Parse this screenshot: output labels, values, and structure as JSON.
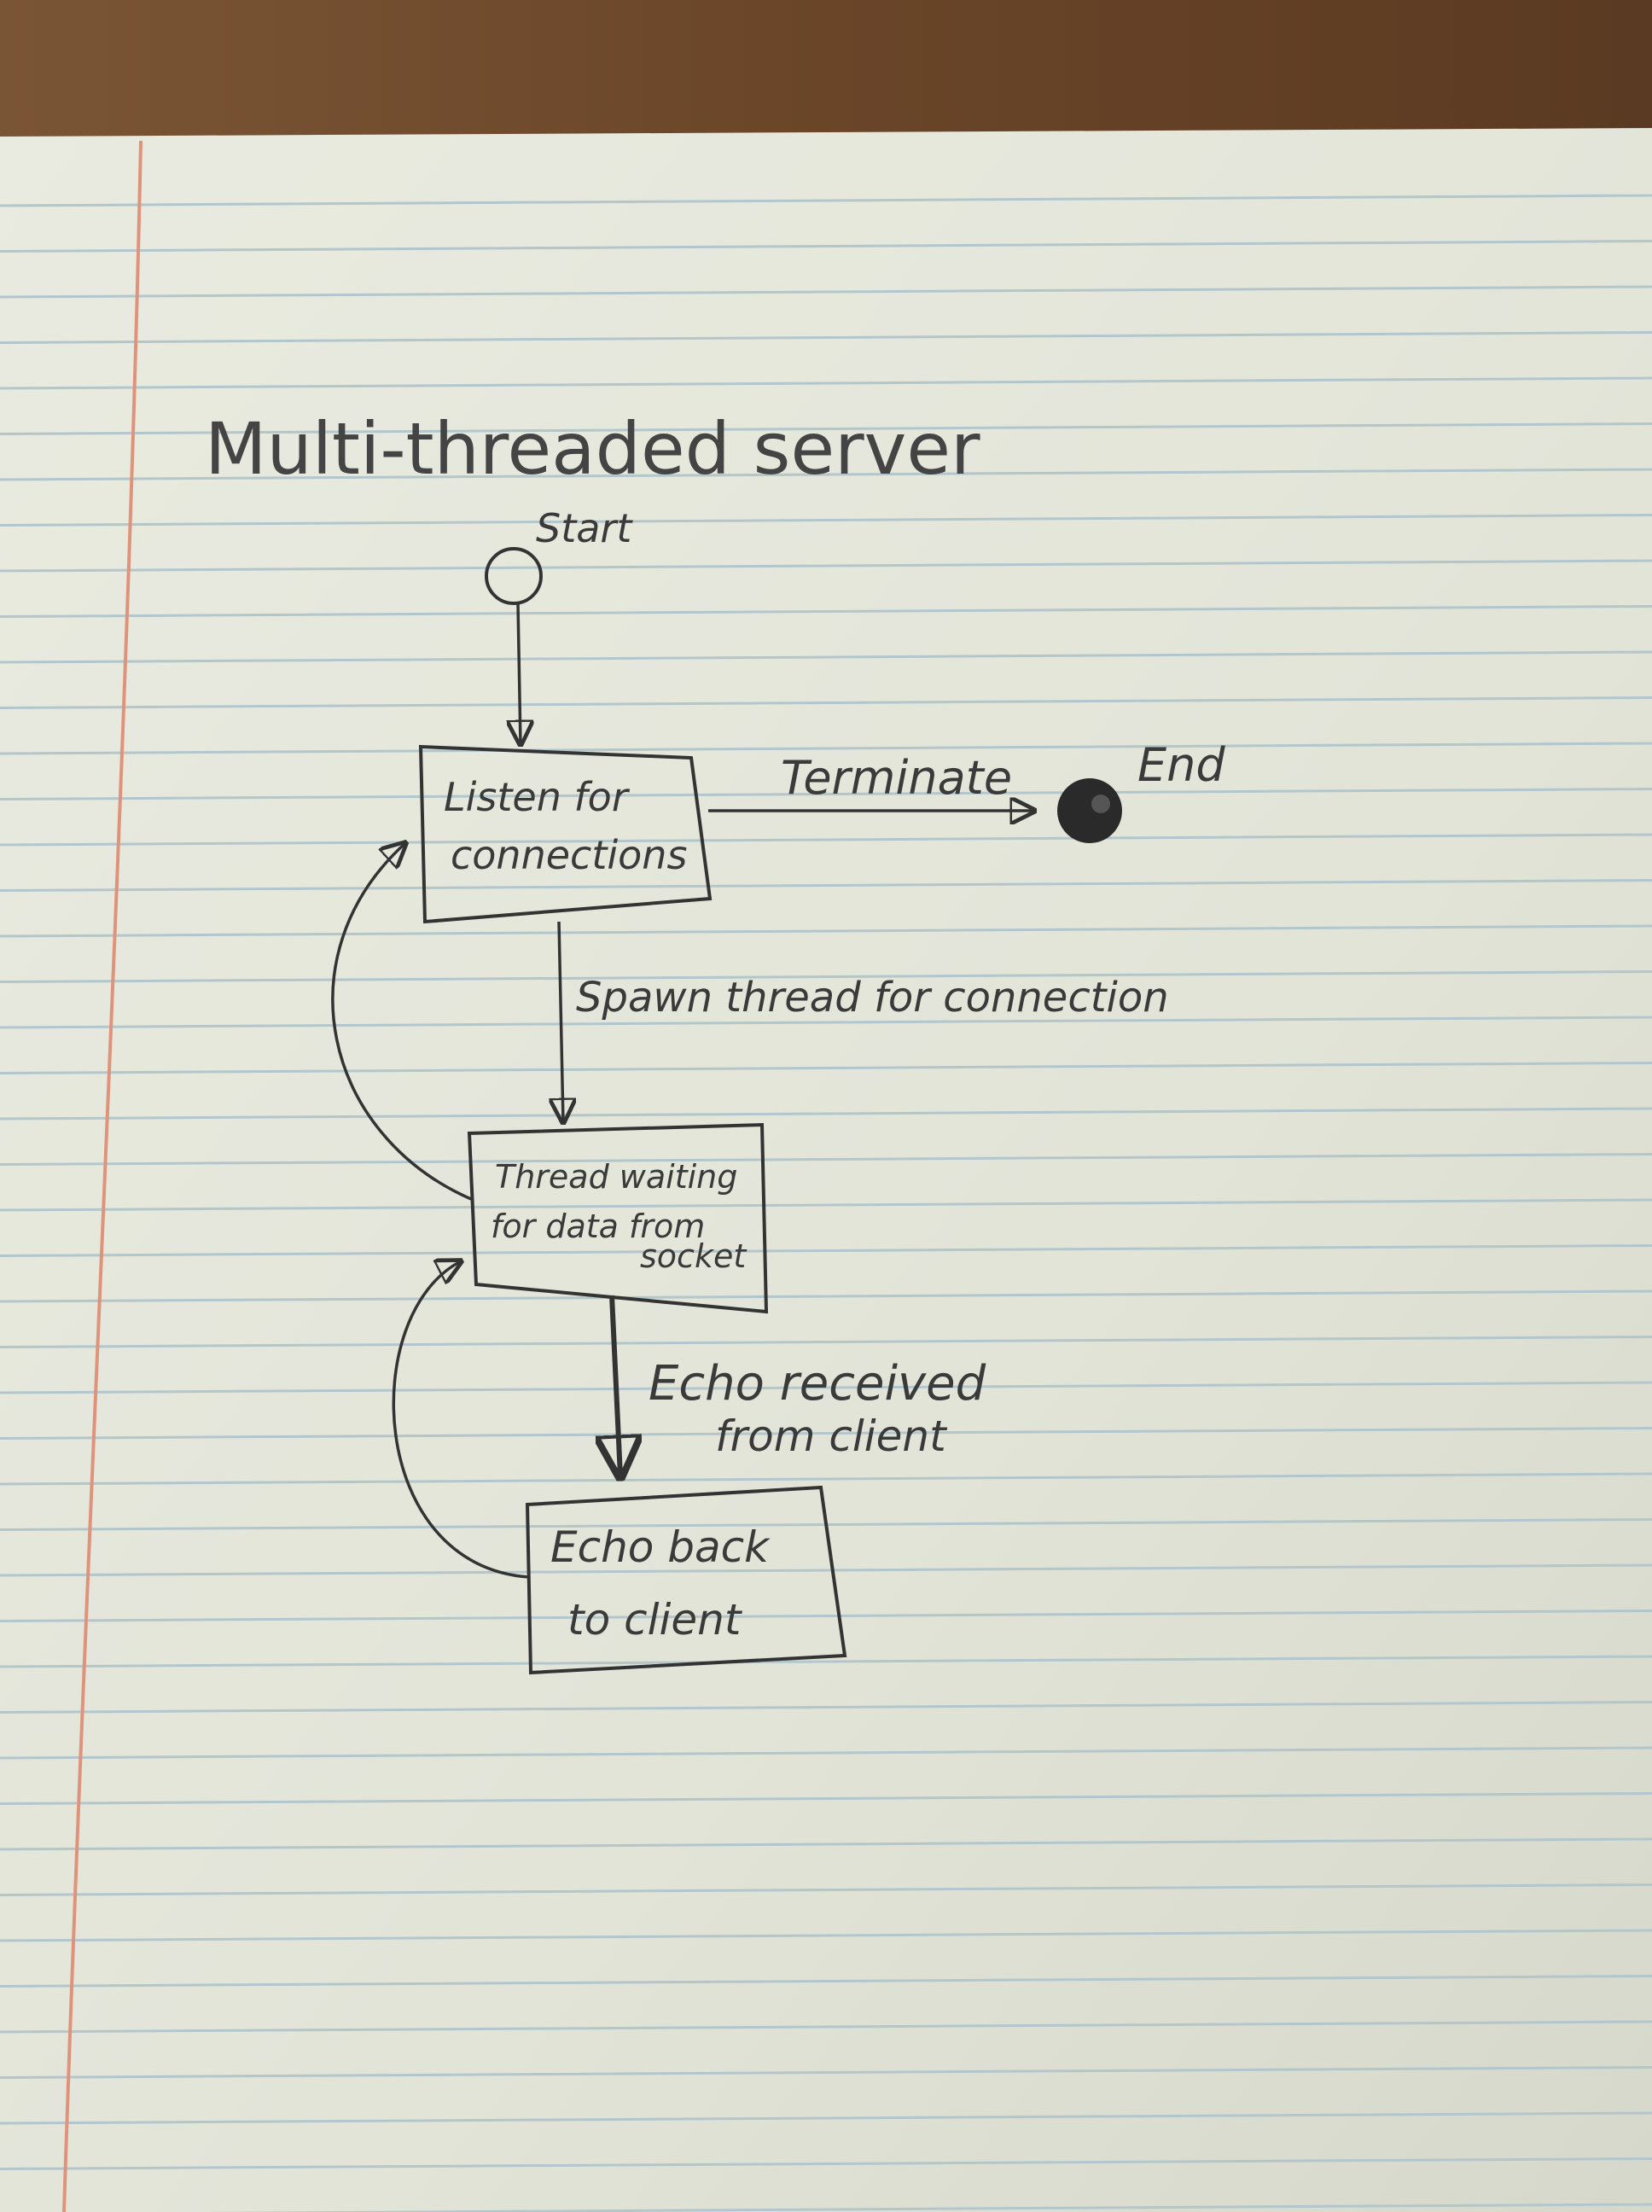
{
  "title": "Multi-threaded server",
  "nodes": {
    "start": {
      "label": "Start"
    },
    "listen": {
      "line1": "Listen for",
      "line2": "connections"
    },
    "thread": {
      "line1": "Thread waiting",
      "line2": "for data from",
      "line3": "socket"
    },
    "echo": {
      "line1": "Echo back",
      "line2": "to client"
    },
    "end": {
      "label": "End"
    }
  },
  "edges": {
    "terminate": "Terminate",
    "spawn": "Spawn thread for connection",
    "echo_received_1": "Echo received",
    "echo_received_2": "from client"
  },
  "colors": {
    "paper": "#e6e8dd",
    "rule_line": "#b3c6cc",
    "margin_line": "#e0937b",
    "ink": "#333333",
    "table": "#6b4a2e"
  }
}
